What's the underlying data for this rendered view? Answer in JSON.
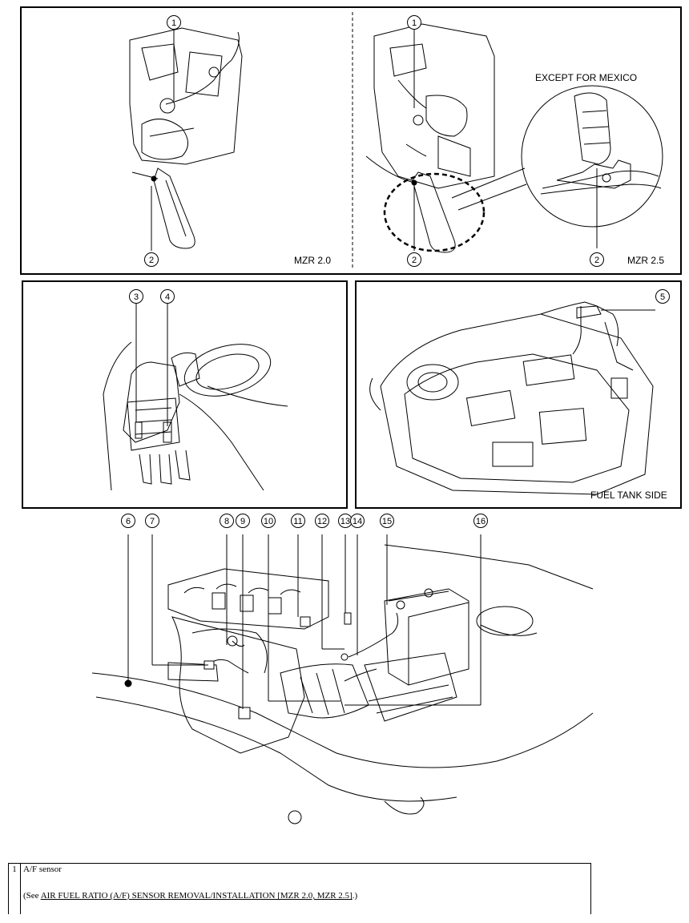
{
  "top_panel": {
    "left_label": "MZR 2.0",
    "right_label": "MZR 2.5",
    "inset_label": "EXCEPT FOR MEXICO",
    "callouts_left": [
      "1",
      "2"
    ],
    "callouts_right": [
      "1",
      "2",
      "2"
    ]
  },
  "mid_left_panel": {
    "callouts": [
      "3",
      "4"
    ]
  },
  "mid_right_panel": {
    "label": "FUEL TANK SIDE",
    "callouts": [
      "5"
    ]
  },
  "engine_diagram": {
    "callouts": [
      "6",
      "7",
      "8",
      "9",
      "10",
      "11",
      "12",
      "13",
      "14",
      "15",
      "16"
    ]
  },
  "legend": {
    "items": [
      {
        "number": "1",
        "name": "A/F sensor",
        "ref_prefix": "(See ",
        "ref_link": "AIR FUEL RATIO (A/F) SENSOR REMOVAL/INSTALLATION [MZR 2.0, MZR 2.5]",
        "ref_suffix": ".)"
      }
    ]
  }
}
